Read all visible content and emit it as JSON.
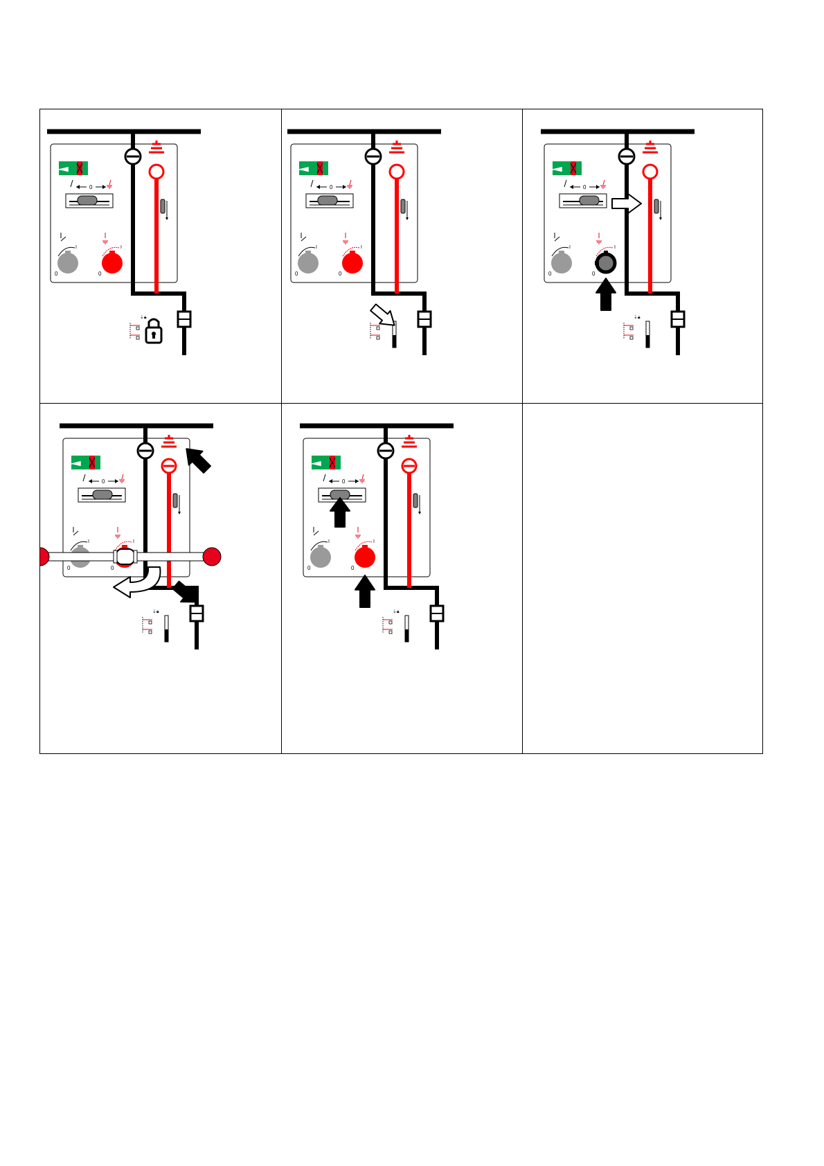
{
  "figure": {
    "panels": [
      {
        "id": "panel-1",
        "step": "padlock-applied",
        "has_diagram": true
      },
      {
        "id": "panel-2",
        "step": "padlock-removed",
        "has_diagram": true
      },
      {
        "id": "panel-3",
        "step": "push-slider-and-knob",
        "has_diagram": true
      },
      {
        "id": "panel-4",
        "step": "operate-earthing-switch-with-lever",
        "has_diagram": true
      },
      {
        "id": "panel-5",
        "step": "earthing-switch-closed",
        "has_diagram": true
      },
      {
        "id": "panel-6",
        "step": "empty",
        "has_diagram": false
      }
    ],
    "labels": {
      "selector_zero": "0",
      "knob_zero": "0",
      "knob_one": "I"
    },
    "colors": {
      "busbar": "#000000",
      "earth_path": "#ff0000",
      "status_green": "#00a650",
      "status_red": "#e8001c",
      "knob_grey": "#9a9a9a",
      "knob_red": "#ff0000",
      "lever_ball": "#e8001c",
      "panel_face": "#ffffff"
    }
  }
}
